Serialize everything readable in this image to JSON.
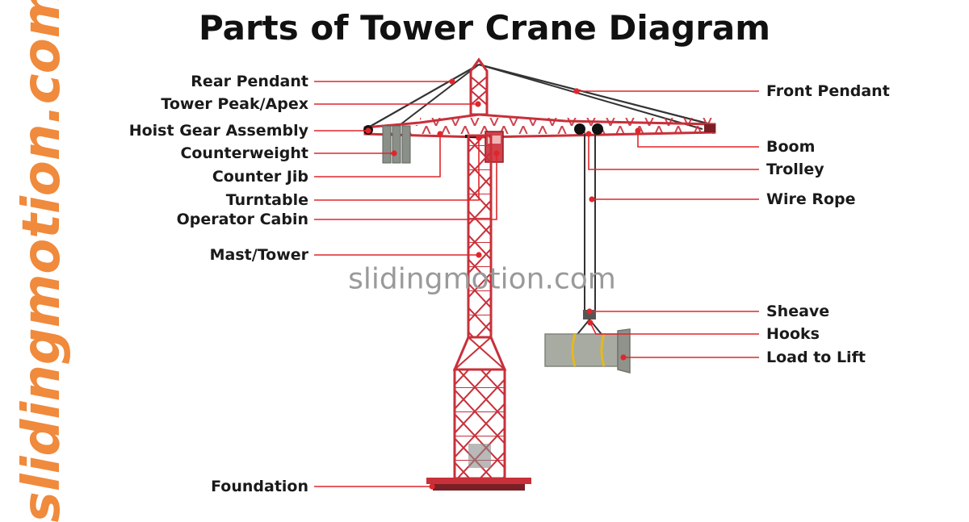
{
  "title": "Parts of Tower Crane Diagram",
  "watermark_side": "slidingmotion.com",
  "watermark_center": "slidingmotion.com",
  "colors": {
    "crane_red": "#c8303a",
    "leader_red": "#e0262b",
    "watermark_orange": "#f08a3c",
    "counterweight_gray": "#8a9088",
    "load_gray": "#a7aba2"
  },
  "labels_left": [
    {
      "id": "rear-pendant",
      "text": "Rear Pendant"
    },
    {
      "id": "tower-peak",
      "text": "Tower Peak/Apex"
    },
    {
      "id": "hoist-gear",
      "text": "Hoist Gear Assembly"
    },
    {
      "id": "counterweight",
      "text": "Counterweight"
    },
    {
      "id": "counter-jib",
      "text": "Counter Jib"
    },
    {
      "id": "turntable",
      "text": "Turntable"
    },
    {
      "id": "operator-cabin",
      "text": "Operator Cabin"
    },
    {
      "id": "mast",
      "text": "Mast/Tower"
    },
    {
      "id": "foundation",
      "text": "Foundation"
    }
  ],
  "labels_right": [
    {
      "id": "front-pendant",
      "text": "Front Pendant"
    },
    {
      "id": "boom",
      "text": "Boom"
    },
    {
      "id": "trolley",
      "text": "Trolley"
    },
    {
      "id": "wire-rope",
      "text": "Wire Rope"
    },
    {
      "id": "sheave",
      "text": "Sheave"
    },
    {
      "id": "hooks",
      "text": "Hooks"
    },
    {
      "id": "load",
      "text": "Load to Lift"
    }
  ]
}
